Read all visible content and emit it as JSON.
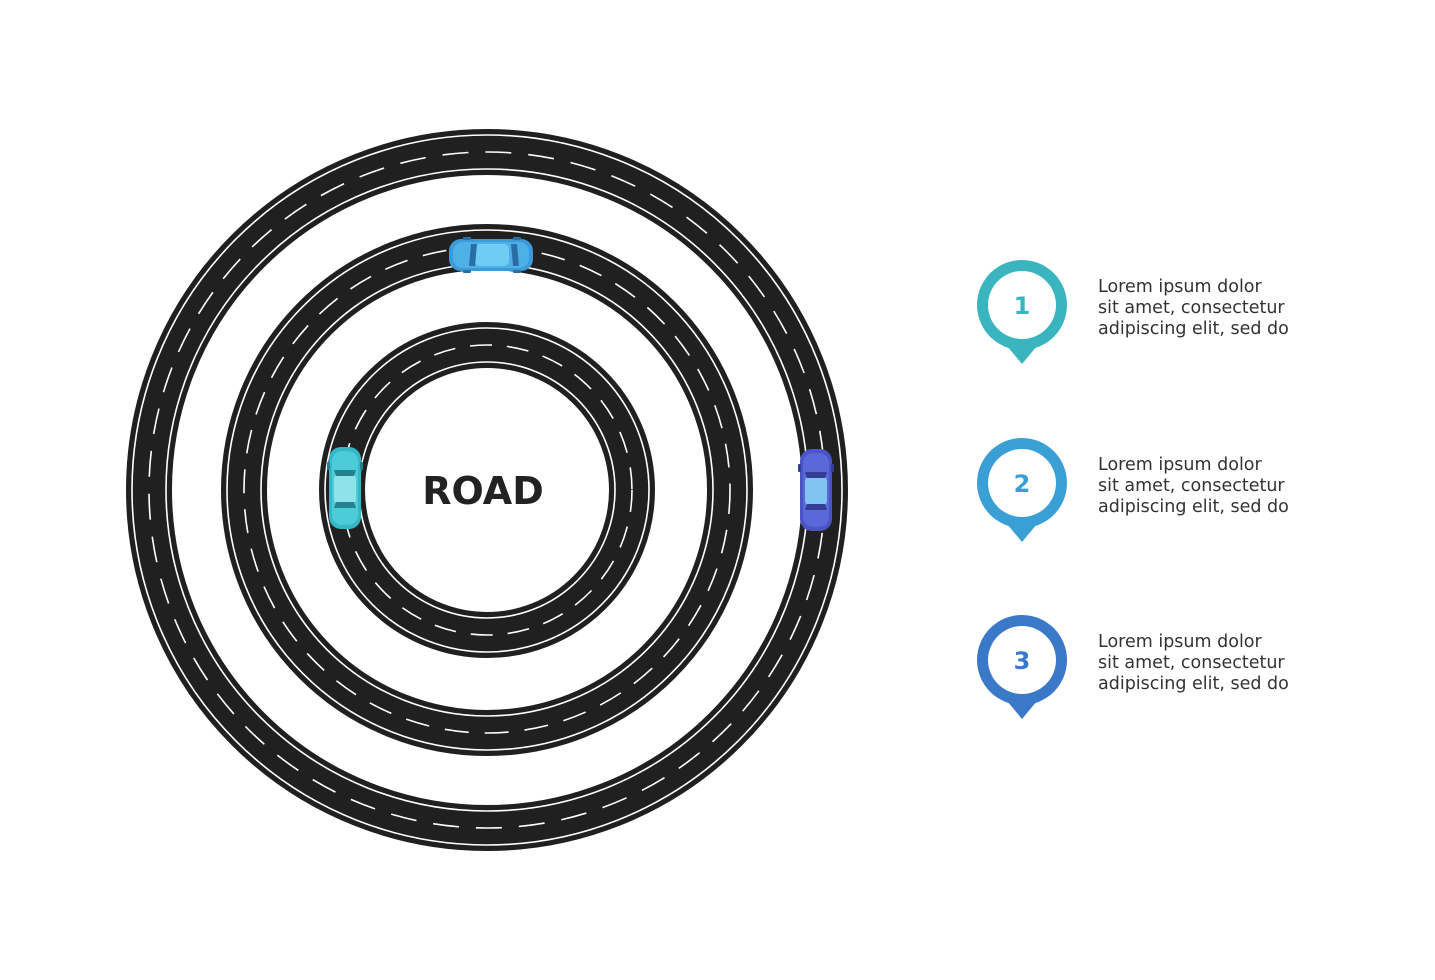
{
  "diagram": {
    "center_label": "ROAD"
  },
  "colors": {
    "asphalt": "#202020",
    "lane_marking": "#ffffff",
    "pin_1": "#3ab5c0",
    "pin_2": "#3a9fd4",
    "pin_3": "#3a78c8",
    "car_top": "#3c9ad8",
    "car_left": "#35b7c6",
    "car_right": "#4a54c4"
  },
  "legend": {
    "items": [
      {
        "number": "1",
        "line1": "Lorem ipsum dolor",
        "line2": "sit amet, consectetur",
        "line3": "adipiscing elit, sed do"
      },
      {
        "number": "2",
        "line1": "Lorem ipsum dolor",
        "line2": "sit amet, consectetur",
        "line3": "adipiscing elit, sed do"
      },
      {
        "number": "3",
        "line1": "Lorem ipsum dolor",
        "line2": "sit amet, consectetur",
        "line3": "adipiscing elit, sed do"
      }
    ]
  }
}
